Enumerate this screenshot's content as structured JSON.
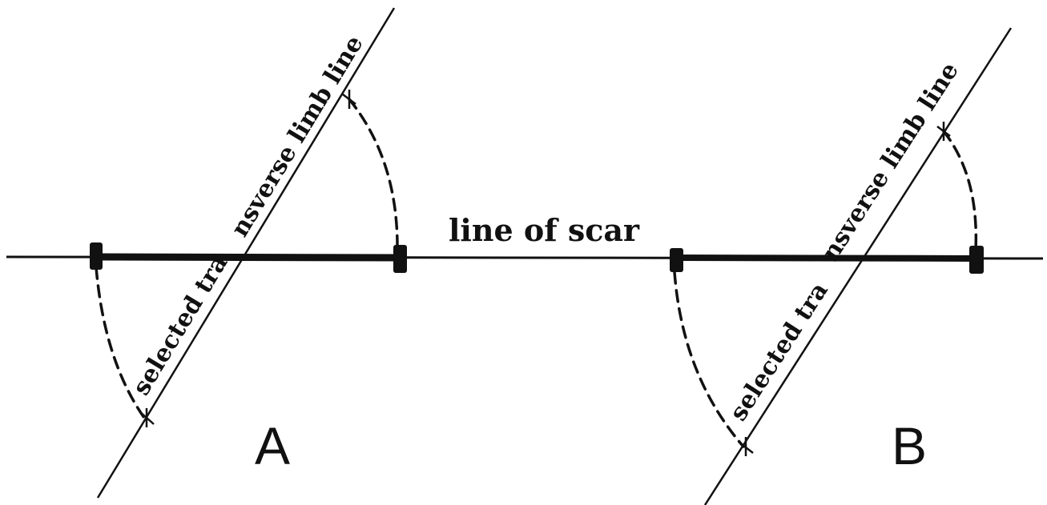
{
  "labels": {
    "scar": "line of scar",
    "limb_line_a_part1": "selected tra",
    "limb_line_a_part2": "nsverse limb line",
    "limb_line_b_part1": "selected tra",
    "limb_line_b_part2": "nsverse limb line",
    "panel_a": "A",
    "panel_b": "B"
  },
  "colors": {
    "ink": "#111111",
    "background": "#ffffff"
  }
}
